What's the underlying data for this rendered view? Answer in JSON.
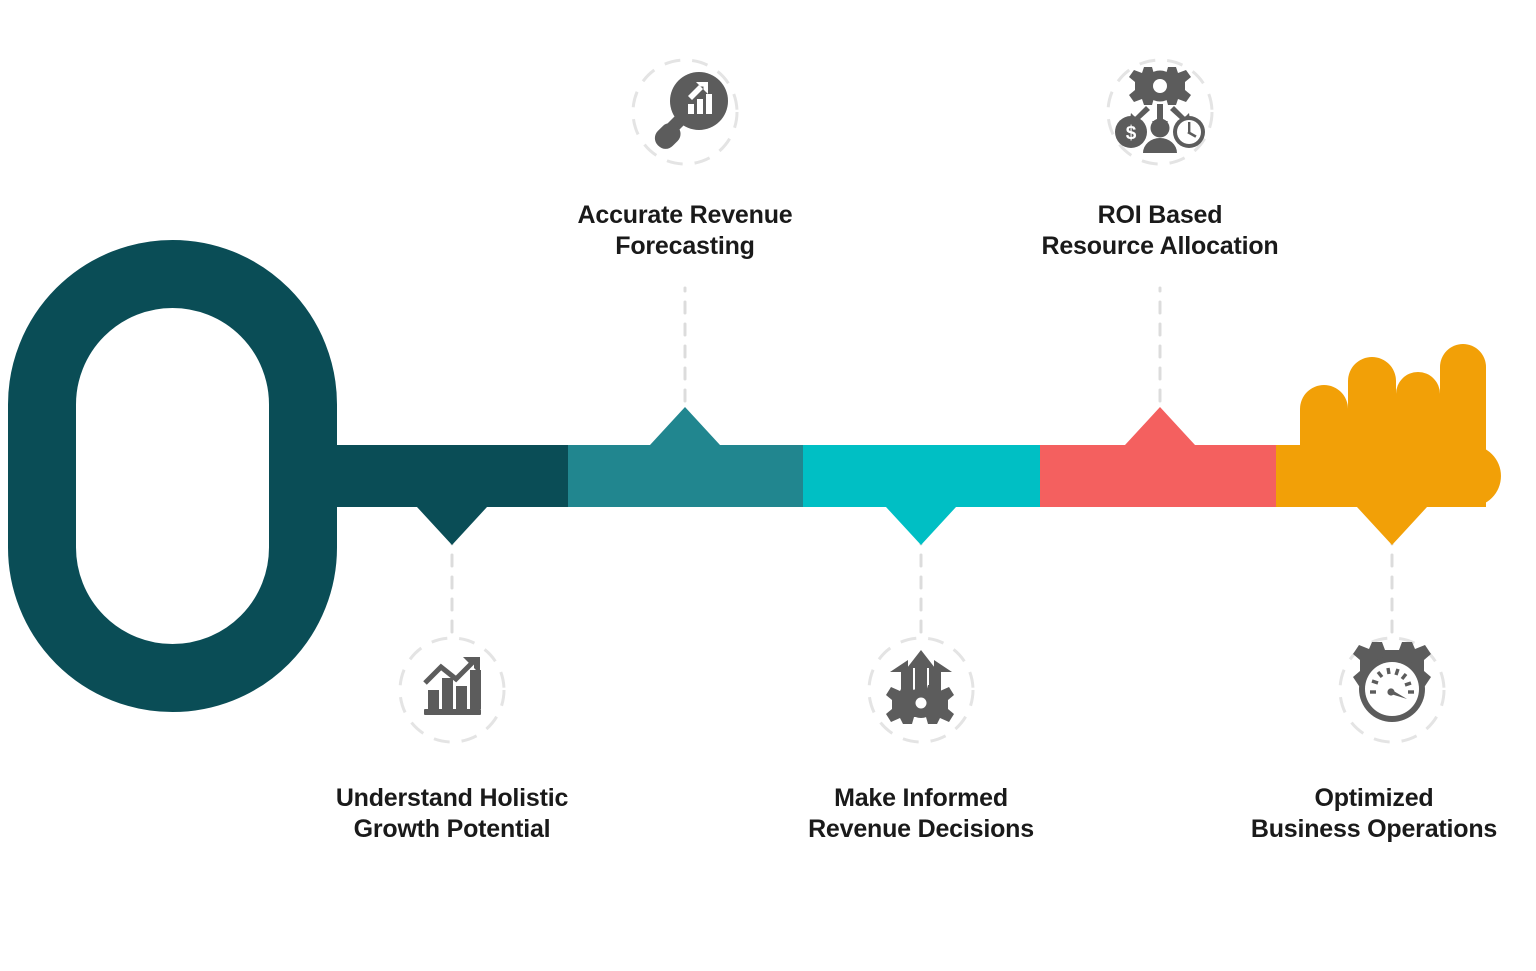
{
  "theme": {
    "background": "#ffffff",
    "text_color": "#1A1A1A",
    "icon_color": "#5C5C5C",
    "dash_color": "#DCDCDC"
  },
  "key": {
    "bow_color": "#0A4D56",
    "teeth_color": "#F2A007",
    "segments": [
      {
        "name": "segment-1",
        "color": "#0A4D56"
      },
      {
        "name": "segment-2",
        "color": "#21868F"
      },
      {
        "name": "segment-3",
        "color": "#00BFC4"
      },
      {
        "name": "segment-4",
        "color": "#F4605F"
      },
      {
        "name": "segment-5",
        "color": "#F2A007"
      }
    ]
  },
  "callouts": [
    {
      "id": "understand-holistic-growth-potential",
      "position": "bottom",
      "icon": "growth-bar-chart-icon",
      "color": "#0A4D56",
      "label": "Understand Holistic\nGrowth Potential"
    },
    {
      "id": "accurate-revenue-forecasting",
      "position": "top",
      "icon": "magnifier-chart-icon",
      "color": "#21868F",
      "label": "Accurate Revenue\nForecasting"
    },
    {
      "id": "make-informed-revenue-decisions",
      "position": "bottom",
      "icon": "arrows-gear-decision-icon",
      "color": "#00BFC4",
      "label": "Make Informed\nRevenue Decisions"
    },
    {
      "id": "roi-based-resource-allocation",
      "position": "top",
      "icon": "gear-resources-allocation-icon",
      "color": "#F4605F",
      "label": "ROI Based\nResource Allocation"
    },
    {
      "id": "optimized-business-operations",
      "position": "bottom",
      "icon": "gauge-gear-icon",
      "color": "#F2A007",
      "label": "Optimized\nBusiness Operations"
    }
  ]
}
